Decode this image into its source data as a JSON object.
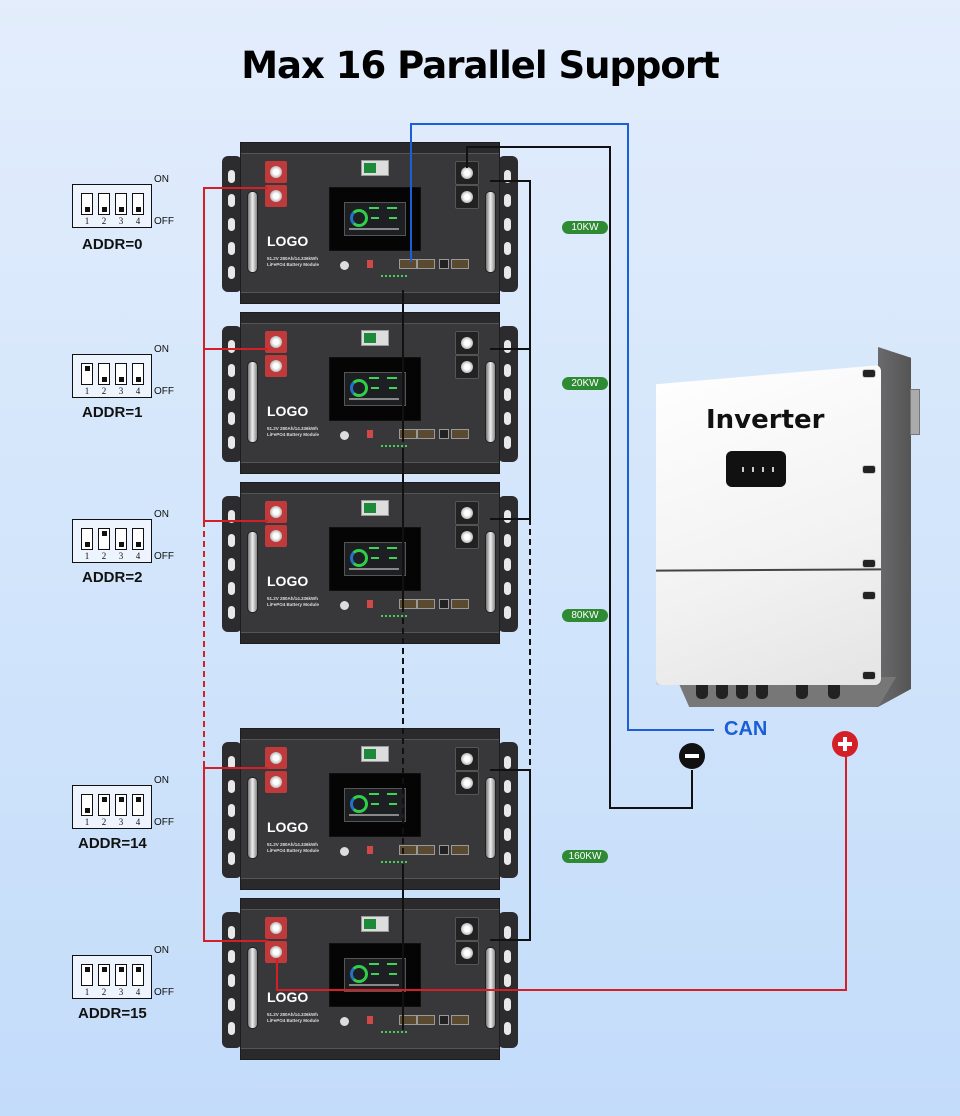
{
  "title": "Max 16 Parallel Support",
  "dip_switch": {
    "on_label": "ON",
    "off_label": "OFF",
    "numbers": [
      "1",
      "2",
      "3",
      "4"
    ]
  },
  "modules": [
    {
      "addr_label": "ADDR=0",
      "switches": [
        "off",
        "off",
        "off",
        "off"
      ],
      "power_label": "10KW"
    },
    {
      "addr_label": "ADDR=1",
      "switches": [
        "on",
        "off",
        "off",
        "off"
      ],
      "power_label": "20KW"
    },
    {
      "addr_label": "ADDR=2",
      "switches": [
        "off",
        "on",
        "off",
        "off"
      ],
      "power_label": "80KW"
    },
    {
      "addr_label": "ADDR=14",
      "switches": [
        "off",
        "on",
        "on",
        "on"
      ],
      "power_label": "160KW"
    },
    {
      "addr_label": "ADDR=15",
      "switches": [
        "on",
        "on",
        "on",
        "on"
      ],
      "power_label": null
    }
  ],
  "battery": {
    "logo": "LOGO",
    "spec_line1": "51.2V 280Ah/14.336kWh",
    "spec_line2": "LiFePO4 Battery Module"
  },
  "inverter": {
    "name": "Inverter",
    "can_label": "CAN",
    "negative_symbol": "minus-icon",
    "positive_symbol": "plus-icon"
  },
  "colors": {
    "can_wire": "#1a5fd6",
    "positive_wire": "#d41f26",
    "negative_wire": "#111111",
    "power_badge": "#2f8a34"
  }
}
